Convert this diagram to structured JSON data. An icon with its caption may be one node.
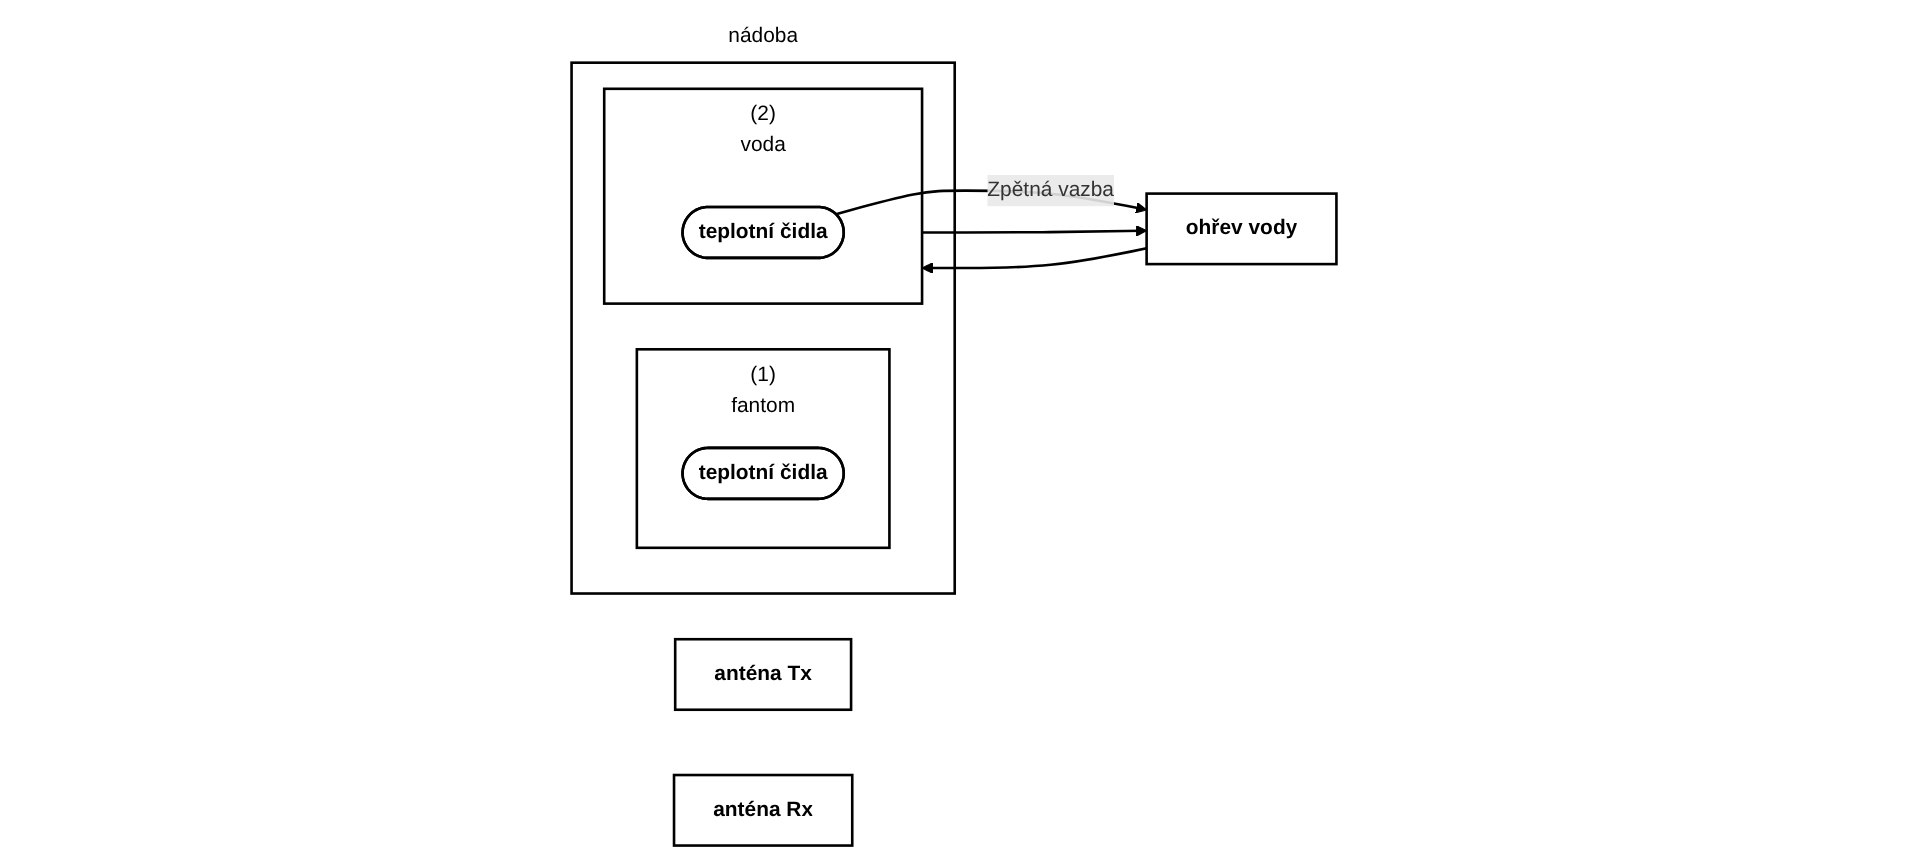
{
  "diagram": {
    "nodes": [
      {
        "text": [
          "nádoba"
        ]
      },
      {
        "text": [
          "(1)",
          "fantom"
        ],
        "in": 0
      },
      {
        "text": [
          "teplotní čidla"
        ],
        "in": 1
      },
      {
        "text": [
          "(2)",
          "voda"
        ],
        "in": 0
      },
      {
        "text": [
          "teplotní čidla"
        ],
        "in": 3
      },
      {
        "text": [
          "anténa Tx"
        ]
      },
      {
        "text": [
          "anténa Rx"
        ]
      },
      {
        "text": [
          "ohřev vody"
        ]
      }
    ],
    "edges": [
      {
        "from": 3,
        "to": 7,
        "arrow": "to"
      },
      {
        "from": 7,
        "to": 3,
        "arrow": "to"
      },
      {
        "from": 4,
        "to": 7,
        "arrow": "to",
        "label": "Zpětná vazba"
      }
    ]
  }
}
